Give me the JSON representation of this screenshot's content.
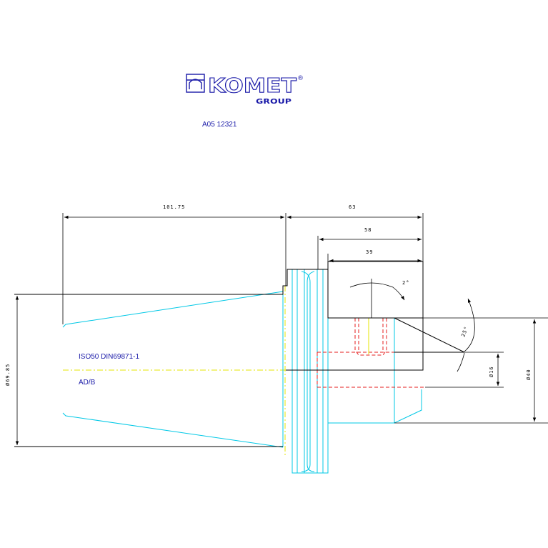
{
  "logo": {
    "brand": "KOMET",
    "sub": "GROUP",
    "mark": "®"
  },
  "drawing_id": "A05 12321",
  "spec": {
    "standard": "ISO50 DIN69871-1",
    "form": "AD/B"
  },
  "dimensions": {
    "taper_length": "101.75",
    "total_length": "63",
    "length_58": "58",
    "length_39": "39",
    "diameter_69": "Ø69.85",
    "diameter_16": "Ø16",
    "diameter_40": "Ø40",
    "angle_2": "2°",
    "angle_25": "25°"
  },
  "colors": {
    "outline": "#000000",
    "contour": "#00c8e6",
    "hidden": "#e61e1e",
    "centerline": "#e6e600",
    "text_blue": "#1a1aa8"
  }
}
